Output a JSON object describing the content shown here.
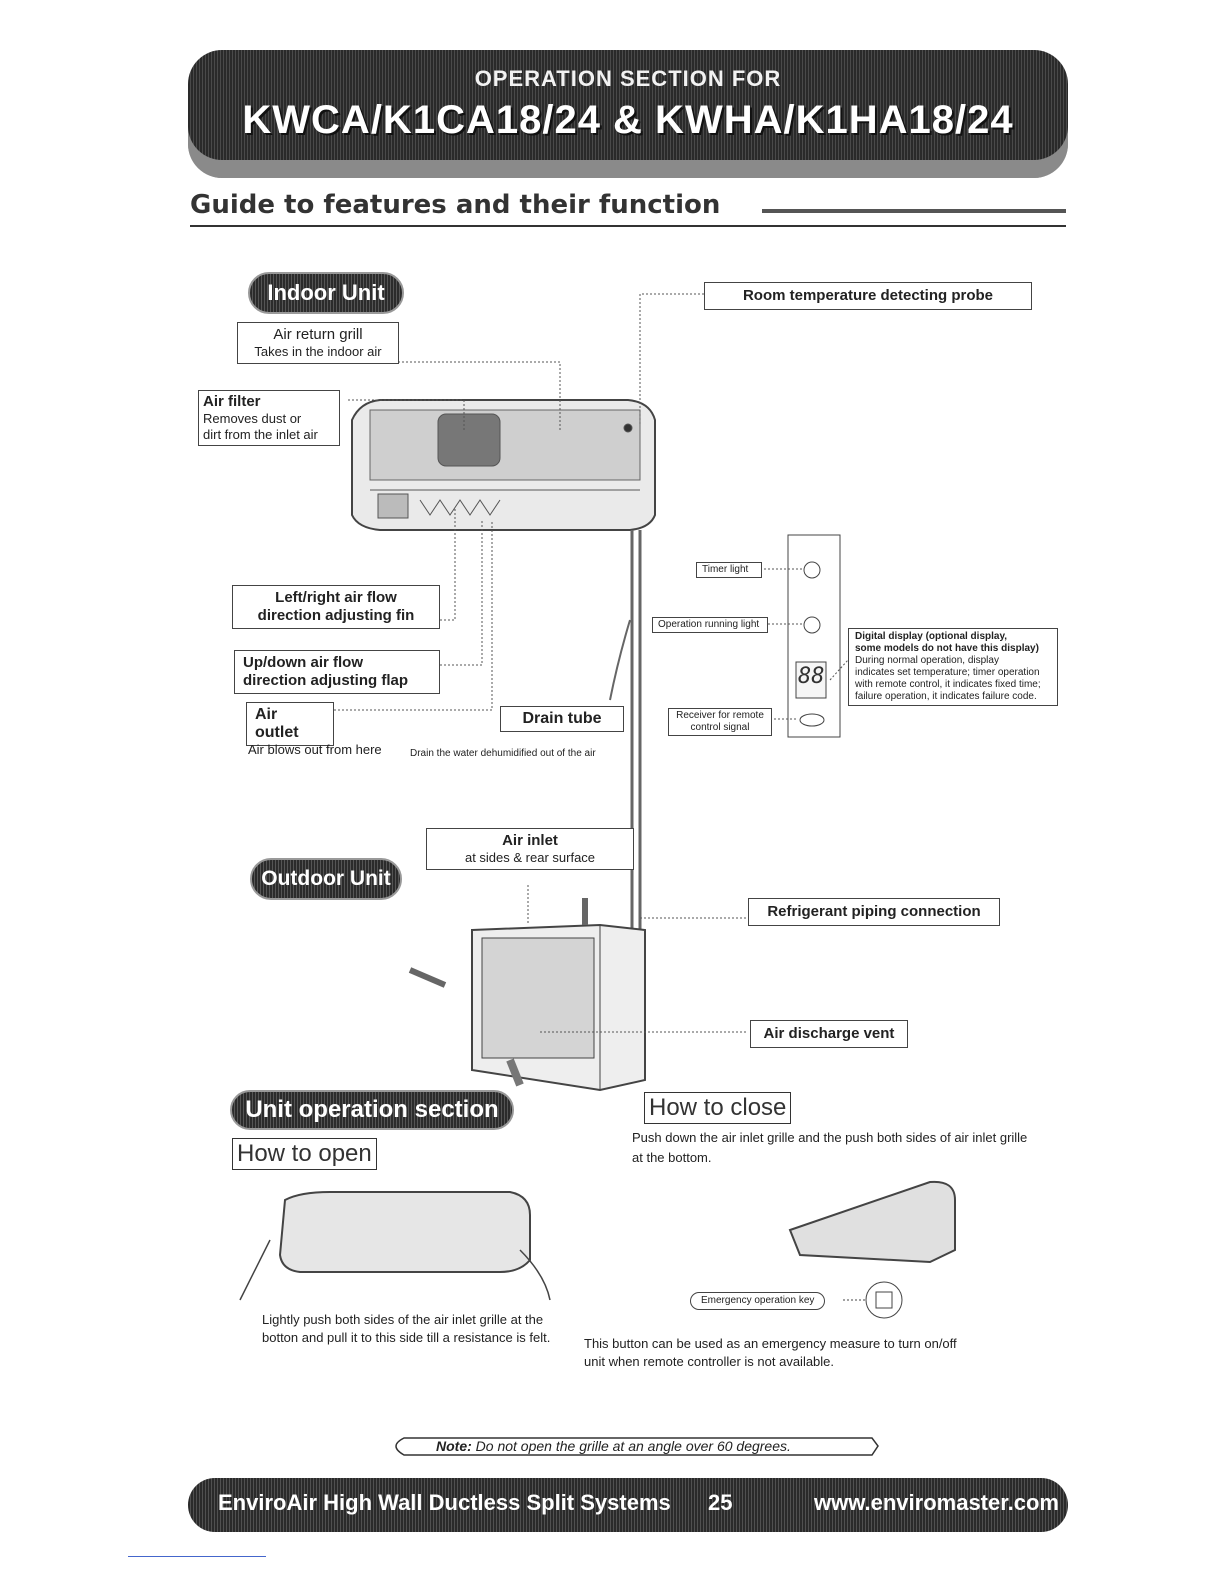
{
  "header": {
    "subtitle": "OPERATION SECTION FOR",
    "title": "KWCA/K1CA18/24 & KWHA/K1HA18/24"
  },
  "section_title": "Guide to features and their function",
  "indoor": {
    "label": "Indoor Unit",
    "air_return": {
      "title": "Air return grill",
      "desc": "Takes in the indoor air"
    },
    "air_filter": {
      "title": "Air filter",
      "desc_line1": "Removes dust or",
      "desc_line2": "dirt from the inlet air"
    },
    "room_probe": "Room temperature detecting probe",
    "fin": {
      "line1": "Left/right air flow",
      "line2": "direction adjusting fin"
    },
    "flap": {
      "line1": "Up/down air flow",
      "line2": "direction adjusting flap"
    },
    "air_outlet": {
      "title": "Air outlet",
      "desc": "Air blows out from here"
    },
    "drain_tube": {
      "title": "Drain tube",
      "desc": "Drain the water dehumidified out of the air"
    },
    "panel": {
      "timer": "Timer light",
      "running": "Operation running light",
      "receiver_line1": "Receiver for remote",
      "receiver_line2": "control signal",
      "display_digits": "88",
      "display_line1": "Digital display (optional display,",
      "display_line2": "some models do not have this display)",
      "display_line3": "During normal operation, display",
      "display_line4": "indicates set temperature; timer operation",
      "display_line5": "with remote control, it indicates fixed time;",
      "display_line6": "failure operation, it indicates failure code."
    }
  },
  "outdoor": {
    "label": "Outdoor Unit",
    "air_inlet": {
      "title": "Air inlet",
      "desc": "at sides & rear surface"
    },
    "refrigerant": "Refrigerant piping connection",
    "discharge": "Air discharge vent"
  },
  "operation": {
    "label": "Unit operation section",
    "open_title": "How to open",
    "open_line1": "Lightly push both sides of the air inlet grille at the",
    "open_line2": "botton and pull it to this side till a resistance is felt.",
    "close_title": "How to close",
    "close_line1": "Push down the air inlet grille and the push both sides of air inlet grille",
    "close_line2": "at the bottom.",
    "emergency_key": "Emergency operation key",
    "emergency_line1": "This button can be used as an emergency measure to turn on/off",
    "emergency_line2": "unit when remote controller is not available."
  },
  "note": {
    "label": "Note:",
    "text": "Do not open the grille at an angle over 60 degrees."
  },
  "footer": {
    "left": "EnviroAir High Wall Ductless Split Systems",
    "page": "25",
    "right": "www.enviromaster.com"
  }
}
